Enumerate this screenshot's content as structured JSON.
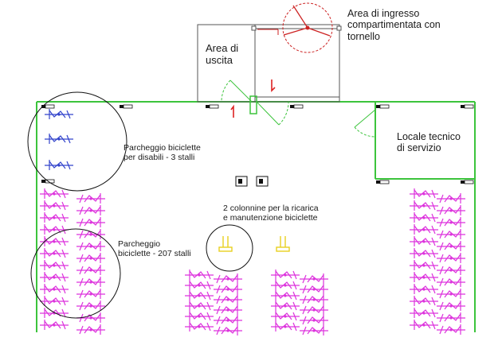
{
  "labels": {
    "ingress_line1": "Area di ingresso",
    "ingress_line2": "compartimentata con",
    "ingress_line3": "tornello",
    "exit_line1": "Area di",
    "exit_line2": "uscita",
    "technical_line1": "Locale tecnico",
    "technical_line2": "di servizio",
    "disabled_parking_line1": "Parcheggio biciclette",
    "disabled_parking_line2": "per disabili - 3 stalli",
    "charging_line1": "2 colonnine per la ricarica",
    "charging_line2": "e manutenzione biciclette",
    "parking_line1": "Parcheggio",
    "parking_line2": "biciclette - 207 stalli"
  },
  "colors": {
    "wall": "#3cc43c",
    "building": "#555555",
    "door_swing": "#3cc43c",
    "turnstile": "#cc2222",
    "arrow": "#dd2222",
    "bike_standard": "#dd33dd",
    "bike_disabled": "#3344cc",
    "charging_column": "#e8d020",
    "marker": "#111111",
    "circle": "#111111"
  },
  "icons": {
    "turnstile": "turnstile-icon",
    "charging": "charging-column-icon",
    "bike": "bicycle-icon",
    "entry_arrow": "arrow-up-icon",
    "exit_arrow": "arrow-down-icon"
  }
}
